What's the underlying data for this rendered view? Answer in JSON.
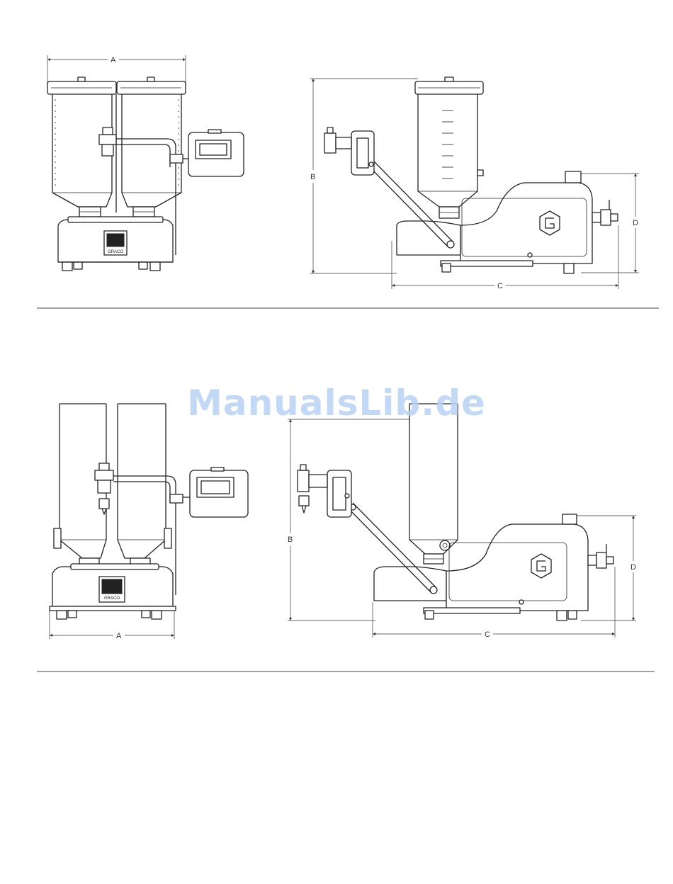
{
  "watermark": "ManualsLib.de",
  "logo_text": "GRACO",
  "top_row": {
    "front_view": {
      "dim_a": "A"
    },
    "side_view": {
      "dim_b": "B",
      "dim_c": "C",
      "dim_d": "D"
    }
  },
  "bottom_row": {
    "front_view": {
      "dim_a": "A"
    },
    "side_view": {
      "dim_b": "B",
      "dim_c": "C",
      "dim_d": "D"
    }
  }
}
